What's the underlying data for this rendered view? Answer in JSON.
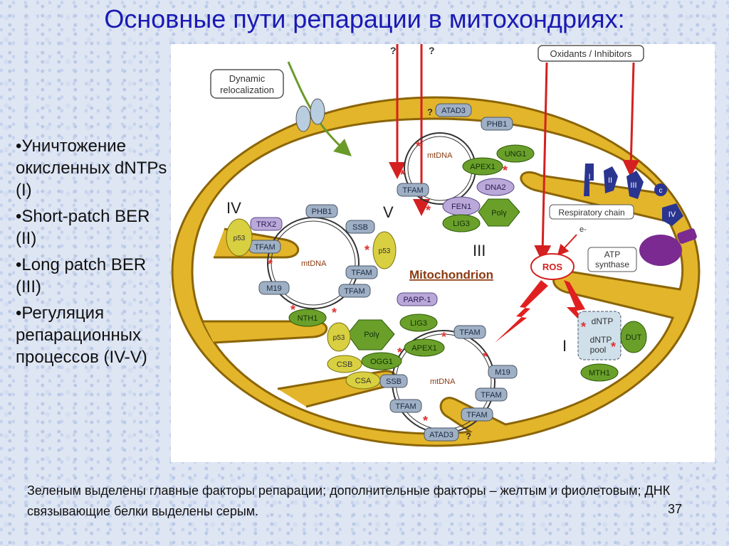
{
  "title": "Основные пути репарации в митохондриях:",
  "bullets": [
    "•Уничтожение окисленных dNTPs (I)",
    "•Short-patch BER (II)",
    "•Long patch BER (III)",
    "•Регуляция репарационных процессов (IV-V)"
  ],
  "caption": "Зеленым выделены главные факторы репарации; дополнительные факторы – желтым и фиолетовым; ДНК связывающие белки выделены серым.",
  "page_number": "37",
  "diagram": {
    "mito_label": "Mitochondrion",
    "mtdna": "mtDNA",
    "dynamic_relocalization": [
      "Dynamic",
      "relocalization"
    ],
    "oxidants": "Oxidants / Inhibitors",
    "question": "?",
    "respiratory_chain": "Respiratory chain",
    "atp_synthase": [
      "ATP",
      "synthase"
    ],
    "ros": "ROS",
    "electron": "e-",
    "roman": {
      "I": "I",
      "II": "II",
      "III": "III",
      "IV": "IV",
      "V": "V"
    },
    "complex_labels": [
      "I",
      "II",
      "III",
      "c",
      "IV"
    ],
    "proteins": {
      "atad3": "ATAD3",
      "phb1": "PHB1",
      "ung1": "UNG1",
      "apex1": "APEX1",
      "dna2": "DNA2",
      "tfam": "TFAM",
      "fen1": "FEN1",
      "lig3": "LIG3",
      "pol": "Polγ",
      "trx2": "TRX2",
      "p53": "p53",
      "ssb": "SSB",
      "m19": "M19",
      "nth1": "NTH1",
      "parp1": "PARP-1",
      "ogg1": "OGG1",
      "csb": "CSB",
      "csa": "CSA",
      "dntp": "dNTP",
      "dntp_pool": [
        "dNTP",
        "pool"
      ],
      "dut": "DUT",
      "mth1": "MTH1"
    }
  }
}
